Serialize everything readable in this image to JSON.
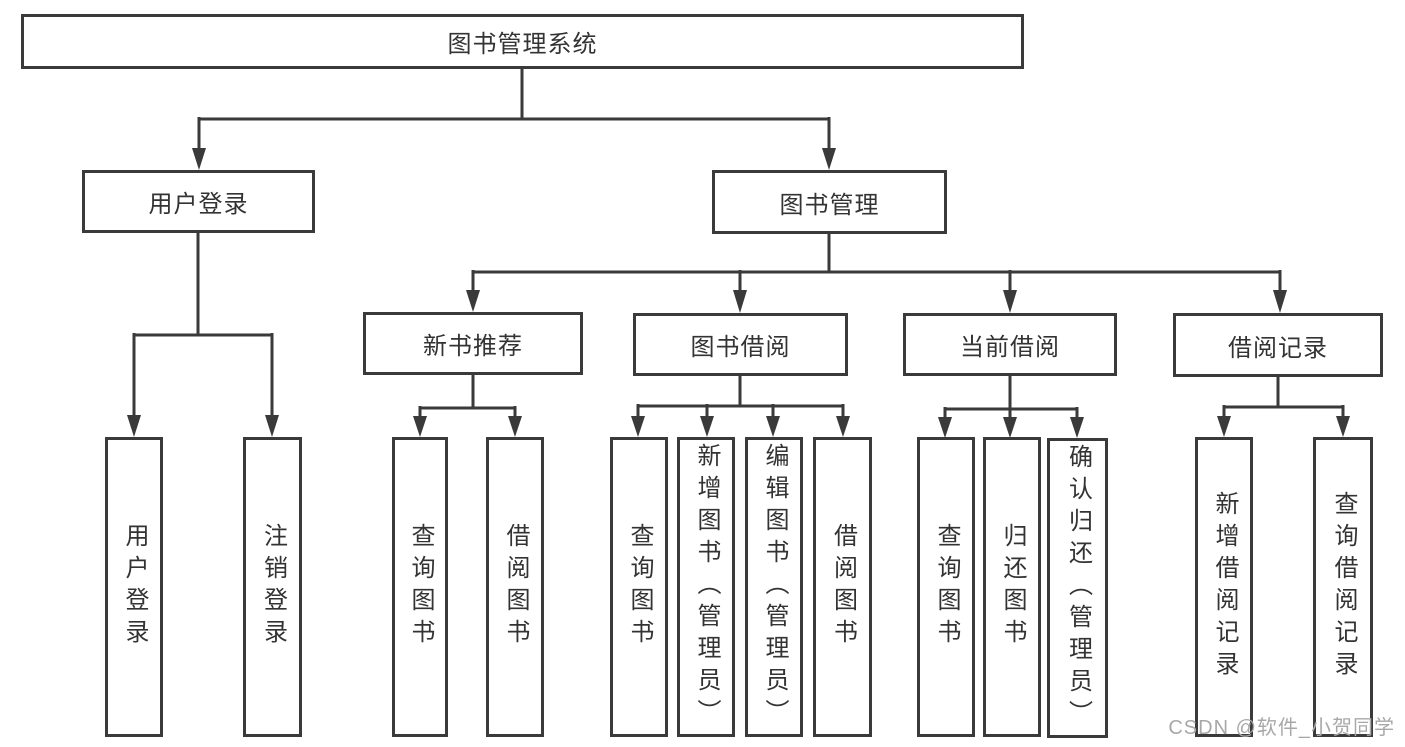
{
  "diagram_title": "图书管理系统",
  "watermark": "CSDN @软件_小贺同学",
  "colors": {
    "line": "#3a3a3a",
    "box_border": "#3a3a3a",
    "text": "#333333",
    "background": "#ffffff",
    "watermark": "#a8a8a8"
  },
  "tree": {
    "root": {
      "label": "图书管理系统"
    },
    "level1": [
      {
        "label": "用户登录",
        "children": [
          {
            "label": "用户登录"
          },
          {
            "label": "注销登录"
          }
        ]
      },
      {
        "label": "图书管理",
        "children": [
          {
            "label": "新书推荐",
            "children": [
              {
                "label": "查询图书"
              },
              {
                "label": "借阅图书"
              }
            ]
          },
          {
            "label": "图书借阅",
            "children": [
              {
                "label": "查询图书"
              },
              {
                "label": "新增图书（管理员）"
              },
              {
                "label": "编辑图书（管理员）"
              },
              {
                "label": "借阅图书"
              }
            ]
          },
          {
            "label": "当前借阅",
            "children": [
              {
                "label": "查询图书"
              },
              {
                "label": "归还图书"
              },
              {
                "label": "确认归还（管理员）"
              }
            ]
          },
          {
            "label": "借阅记录",
            "children": [
              {
                "label": "新增借阅记录"
              },
              {
                "label": "查询借阅记录"
              }
            ]
          }
        ]
      }
    ]
  }
}
